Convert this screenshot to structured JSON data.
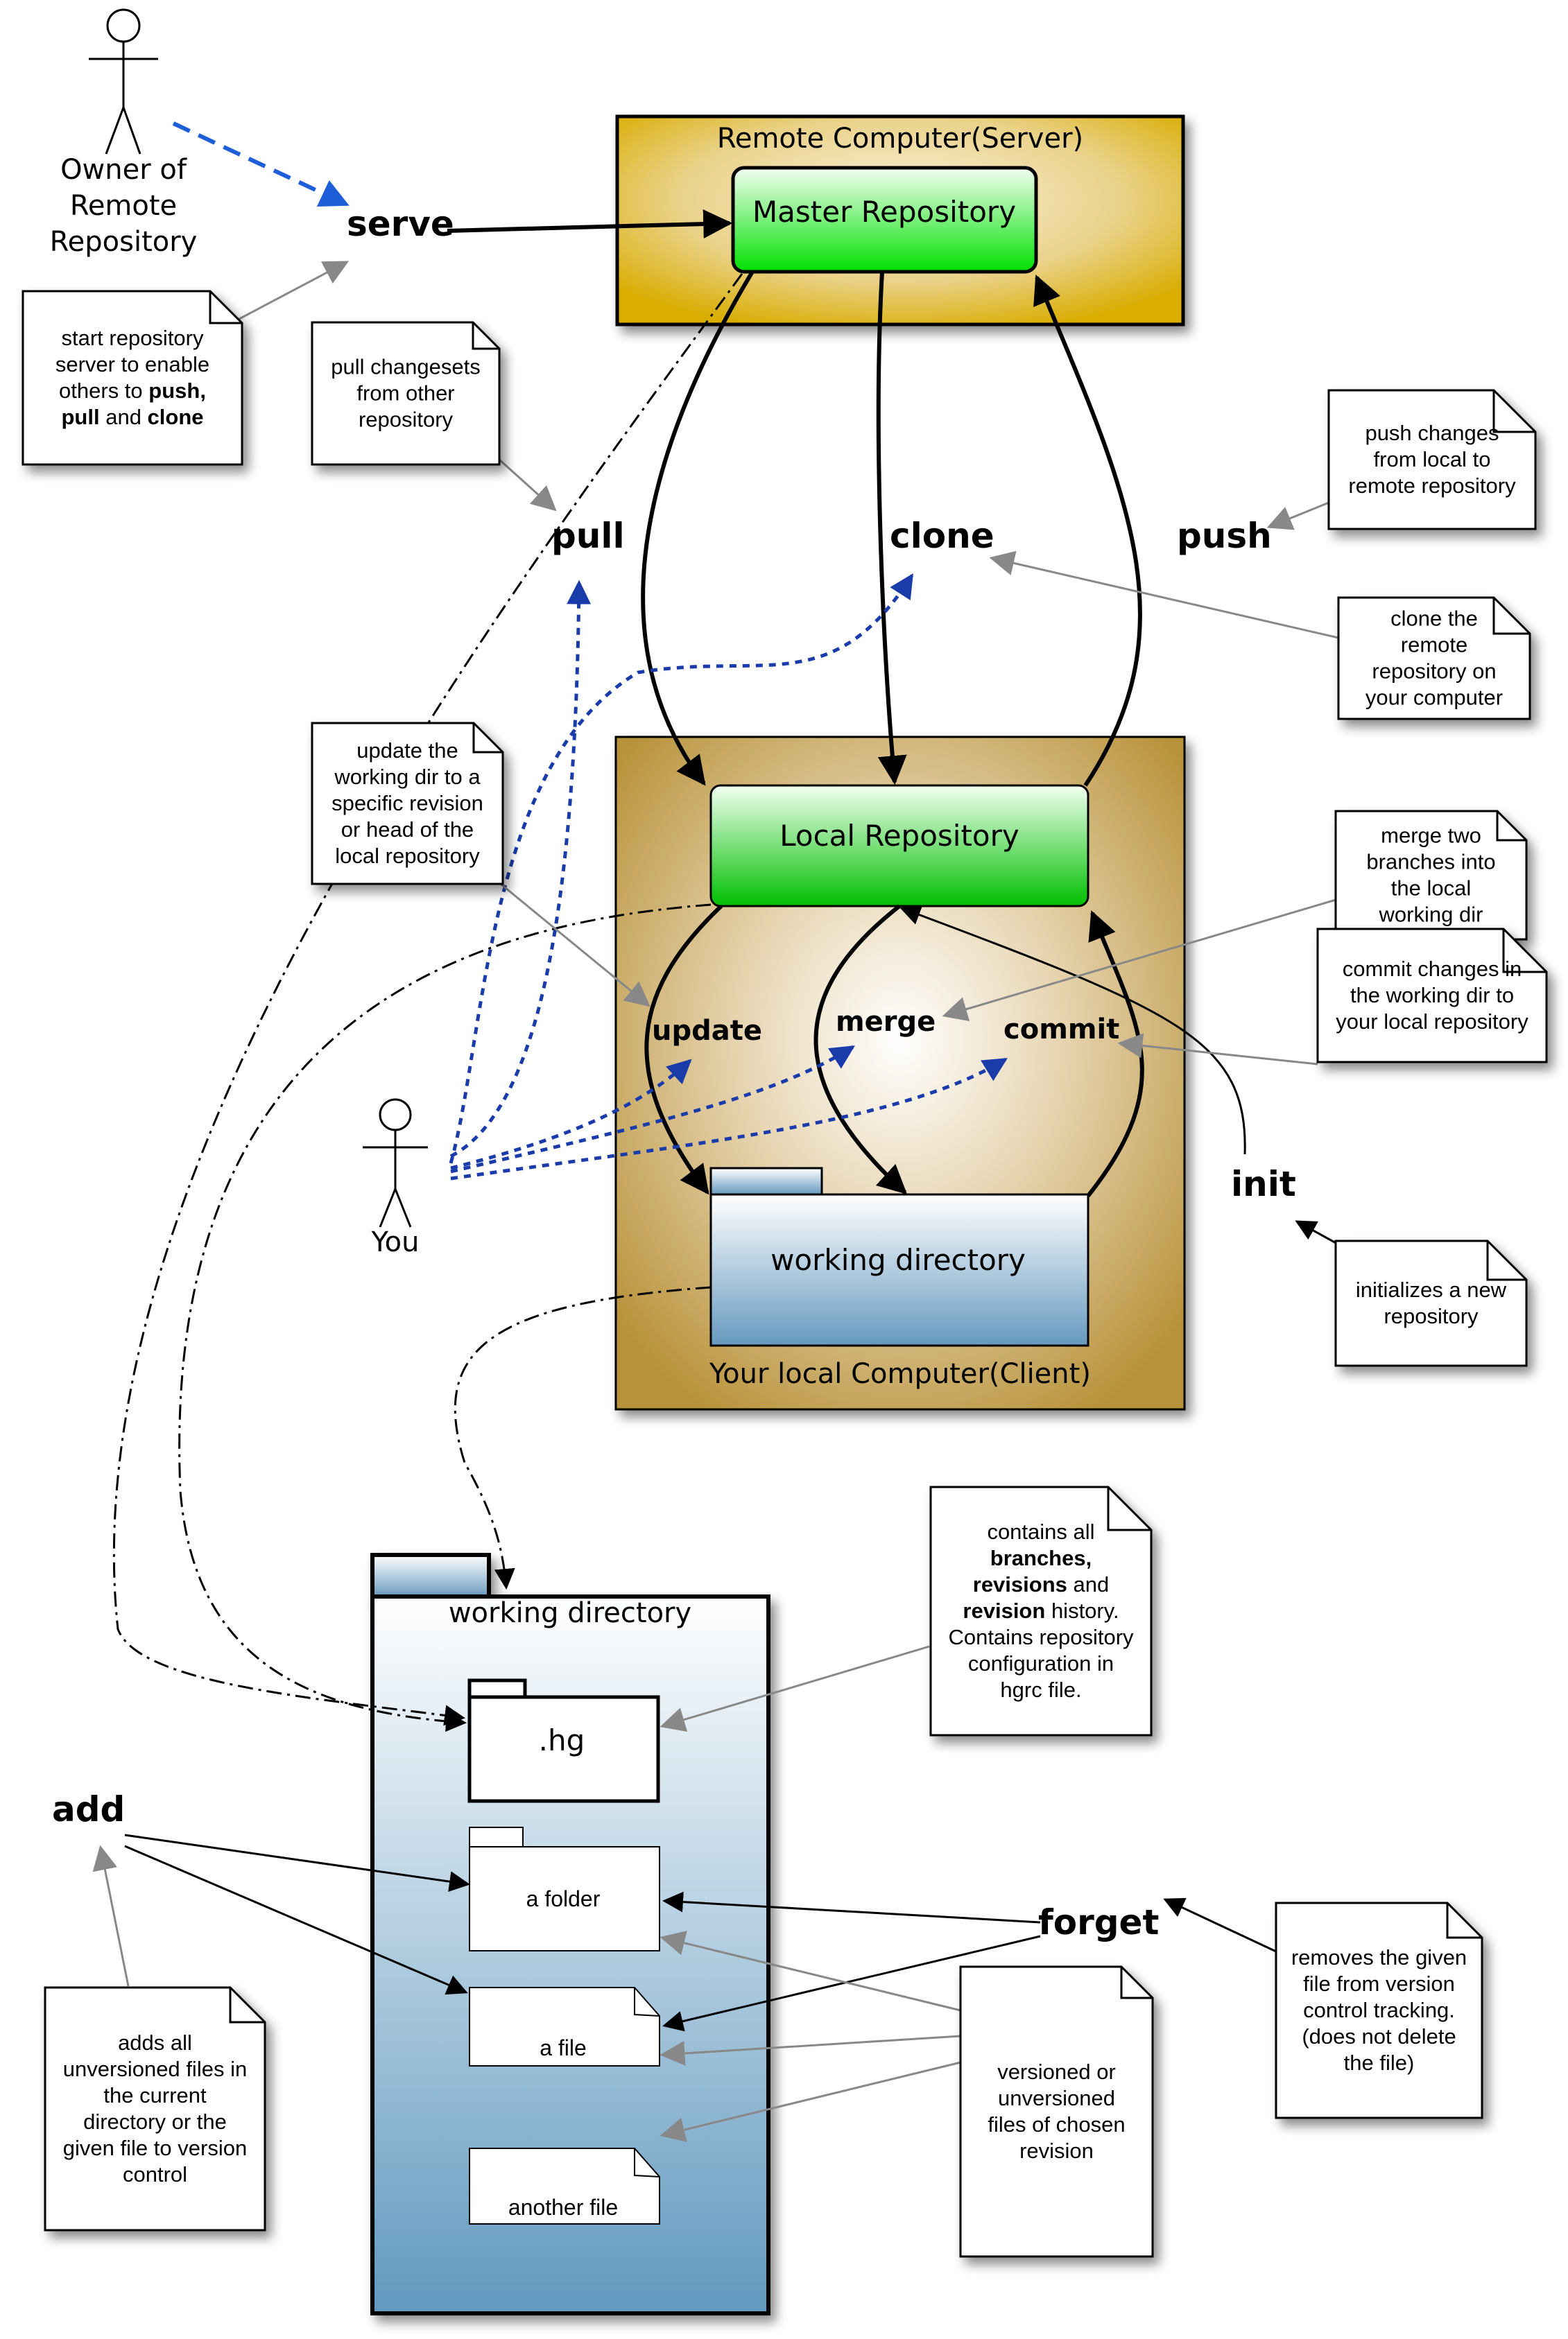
{
  "actors": {
    "owner": {
      "lines": [
        "Owner of",
        "Remote",
        "Repository"
      ]
    },
    "you": {
      "label": "You"
    }
  },
  "containers": {
    "remote": {
      "title": "Remote Computer(Server)",
      "repo_label": "Master Repository"
    },
    "local": {
      "title": "Your local Computer(Client)",
      "repo_label": "Local Repository",
      "workdir_label": "working directory"
    },
    "workdir_detail": {
      "title": "working directory",
      "items": [
        ".hg",
        "a folder",
        "a file",
        "another file"
      ]
    }
  },
  "commands": {
    "serve": "serve",
    "pull": "pull",
    "clone": "clone",
    "push": "push",
    "update": "update",
    "merge": "merge",
    "commit": "commit",
    "init": "init",
    "add": "add",
    "forget": "forget"
  },
  "notes": {
    "serve": {
      "lines": [
        [
          "start repository"
        ],
        [
          "server to enable"
        ],
        [
          "others to ",
          "push,"
        ],
        [
          "pull",
          " and ",
          "clone"
        ]
      ]
    },
    "pull": {
      "lines": [
        "pull changesets",
        "from other",
        "repository"
      ]
    },
    "push": {
      "lines": [
        "push changes",
        "from local to",
        "remote repository"
      ]
    },
    "clone": {
      "lines": [
        "clone the",
        "remote",
        "repository on",
        "your computer"
      ]
    },
    "update": {
      "lines": [
        "update the",
        "working dir to a",
        "specific revision",
        "or head of the",
        "local repository"
      ]
    },
    "merge": {
      "lines": [
        "merge two",
        "branches into",
        "the local",
        "working dir"
      ]
    },
    "commit": {
      "lines": [
        "commit changes in",
        "the working dir to",
        "your local repository"
      ]
    },
    "init": {
      "lines": [
        "initializes a new",
        "repository"
      ]
    },
    "hg": {
      "lines": [
        "contains all",
        "branches,",
        "revisions and",
        "revision history.",
        "Contains repository",
        "configuration in",
        "hgrc file."
      ]
    },
    "add": {
      "lines": [
        "adds all",
        "unversioned files in",
        "the current",
        "directory or the",
        "given file to version",
        "control"
      ]
    },
    "versioned": {
      "lines": [
        "versioned or",
        "unversioned",
        "files of chosen",
        "revision"
      ]
    },
    "forget": {
      "lines": [
        "removes the given",
        "file from version",
        "control tracking.",
        "(does not delete",
        "the file)"
      ]
    }
  },
  "colors": {
    "remote_bg_edge": "#D9AE05",
    "local_bg_edge": "#B8923A",
    "repo_green": "#00E600",
    "workdir_blue": "#6A9EC2",
    "user_arrow_blue": "#1A3BAA",
    "owner_arrow_blue": "#1E5FD9",
    "note_arrow_gray": "#888888"
  }
}
